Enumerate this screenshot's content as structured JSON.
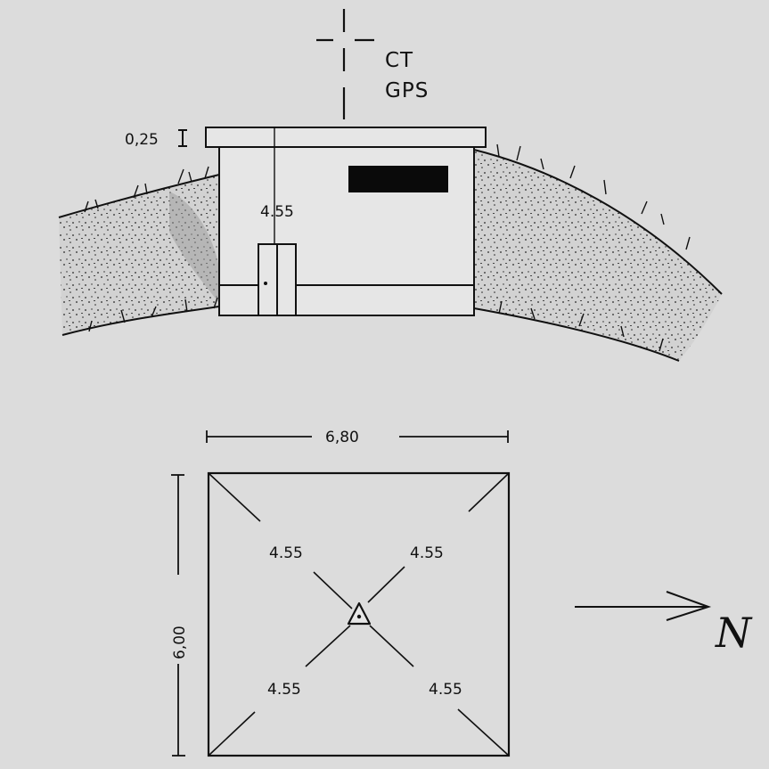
{
  "labels": {
    "target_line1": "CT",
    "target_line2": "GPS",
    "roof_thickness": "0,25",
    "building_height": "4.55",
    "width": "6,80",
    "depth": "6,00",
    "diag_top_left": "4.55",
    "diag_top_right": "4.55",
    "diag_bottom_left": "4.55",
    "diag_bottom_right": "4.55",
    "north": "N"
  },
  "colors": {
    "background": "#dcdcdc",
    "ink": "#111111",
    "wall": "#e6e6e6",
    "mound": "#d2d2d2"
  }
}
